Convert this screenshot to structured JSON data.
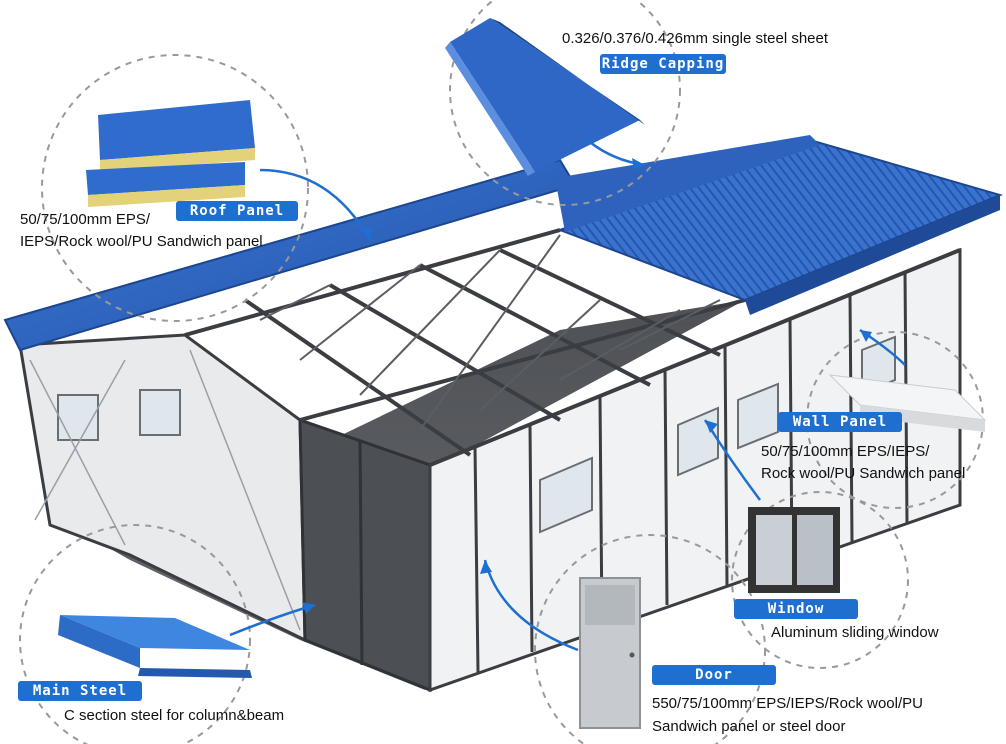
{
  "callouts": {
    "ridge_capping": {
      "label": "Ridge Capping",
      "desc": "0.326/0.376/0.426mm single steel sheet"
    },
    "roof_panel": {
      "label": "Roof Panel",
      "desc_line1": "50/75/100mm EPS/",
      "desc_line2": "IEPS/Rock wool/PU Sandwich panel"
    },
    "wall_panel": {
      "label": "Wall Panel",
      "desc_line1": "50/75/100mm EPS/IEPS/",
      "desc_line2": "Rock wool/PU Sandwich panel"
    },
    "window": {
      "label": "Window",
      "desc": "Aluminum sliding window"
    },
    "door": {
      "label": "Door",
      "desc_line1": "550/75/100mm EPS/IEPS/Rock wool/PU",
      "desc_line2": "Sandwich panel or steel door"
    },
    "main_steel": {
      "label": "Main Steel",
      "desc": "C section steel for column&beam"
    }
  },
  "colors": {
    "tag_bg": "#1f6fd1",
    "roof_blue": "#2c5fb8",
    "steel_dark": "#3a3d42",
    "panel_white": "#f3f4f5",
    "floor": "#55585c"
  }
}
